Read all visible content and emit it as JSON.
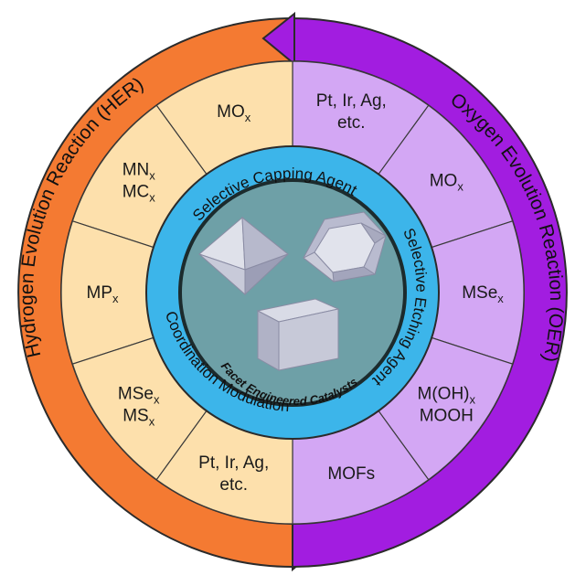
{
  "colors": {
    "her_ring": "#f47a32",
    "oer_ring": "#a21de0",
    "her_sector": "#fde0ac",
    "oer_sector": "#d3a7f4",
    "blue_ring": "#3cb5ea",
    "core": "#6ea0a7",
    "outline": "#2b2b2b"
  },
  "outer_ring": {
    "her_label": "Hydrogen Evolution Reaction (HER)",
    "oer_label": "Oxygen Evolution Reaction (OER)"
  },
  "her_sectors": [
    {
      "lines": [
        [
          "MO",
          "x"
        ]
      ]
    },
    {
      "lines": [
        [
          "MN",
          "x"
        ],
        [
          "MC",
          "x"
        ]
      ]
    },
    {
      "lines": [
        [
          "MP",
          "x"
        ]
      ]
    },
    {
      "lines": [
        [
          "MSe",
          "x"
        ],
        [
          "MS",
          "x"
        ]
      ]
    },
    {
      "lines": [
        [
          "Pt, Ir, Ag,",
          ""
        ],
        [
          "etc.",
          ""
        ]
      ]
    }
  ],
  "oer_sectors": [
    {
      "lines": [
        [
          "Pt, Ir, Ag,",
          ""
        ],
        [
          "etc.",
          ""
        ]
      ]
    },
    {
      "lines": [
        [
          "MO",
          "x"
        ]
      ]
    },
    {
      "lines": [
        [
          "MSe",
          "x"
        ]
      ]
    },
    {
      "lines": [
        [
          "M(OH)",
          "x"
        ],
        [
          "MOOH",
          ""
        ]
      ]
    },
    {
      "lines": [
        [
          "MOFs",
          ""
        ]
      ]
    }
  ],
  "inner_ring": {
    "top": "Selective Capping Agent",
    "right": "Selective Etching Agent",
    "left": "Coordination Modulation"
  },
  "core_label": "Facet Engineered Catalysts",
  "shapes": [
    {
      "icon": "octahedron-icon"
    },
    {
      "icon": "truncated-octahedron-icon"
    },
    {
      "icon": "cube-icon"
    }
  ]
}
